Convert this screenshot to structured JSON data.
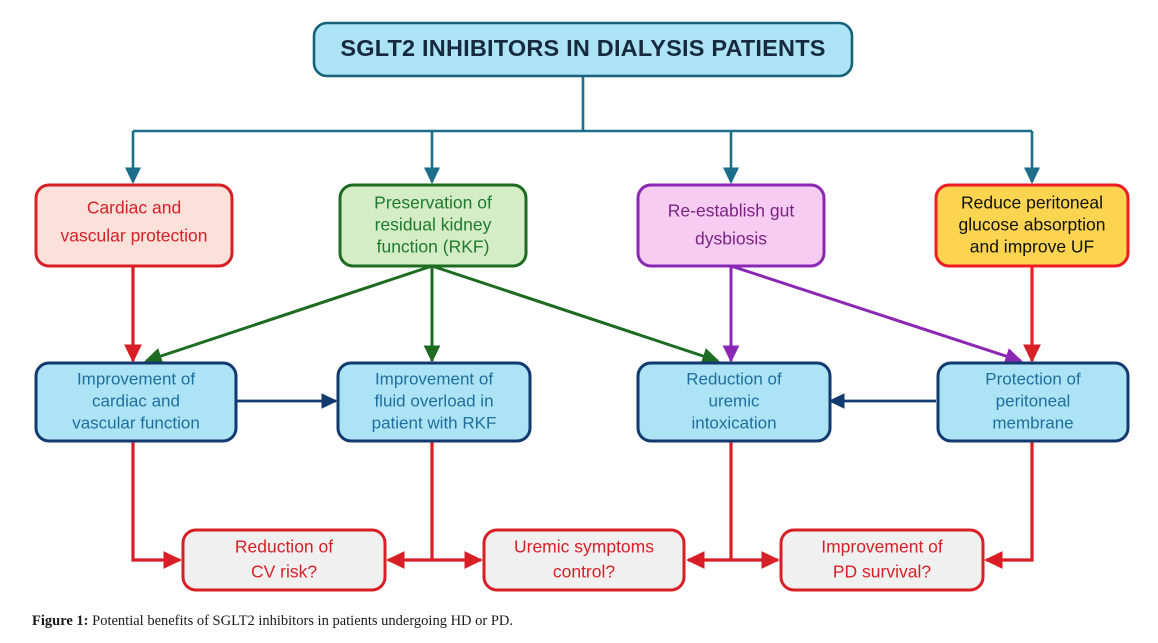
{
  "figure": {
    "caption_label": "Figure 1:",
    "caption_text": " Potential benefits of SGLT2 inhibitors in patients undergoing HD or PD.",
    "background": "#ffffff"
  },
  "title_node": {
    "label": "SGLT2 INHIBITORS IN DIALYSIS PATIENTS",
    "fill": "#ace3f5",
    "stroke": "#16627a",
    "text_color": "#16293f"
  },
  "palette": {
    "teal_connector": "#1b6e8c",
    "red": "#d81f26",
    "green": "#1e6b22",
    "purple": "#8b27b5",
    "navy": "#123a70",
    "blue_fill": "#ace3f5",
    "blue_text": "#1f6f9e",
    "grey_fill": "#f0f0f0"
  },
  "row_benefits": [
    {
      "id": "cardiac-vascular-protection",
      "lines": [
        "Cardiac and",
        "vascular protection"
      ],
      "fill": "#fce0da",
      "stroke": "#d81f26",
      "text_color": "#d81f26"
    },
    {
      "id": "preservation-rkf",
      "lines": [
        "Preservation of",
        "residual kidney",
        "function (RKF)"
      ],
      "fill": "#d4edc6",
      "stroke": "#1e6b22",
      "text_color": "#1e7a2e"
    },
    {
      "id": "gut-dysbiosis",
      "lines": [
        "Re-establish gut",
        "dysbiosis"
      ],
      "fill": "#f6ccf2",
      "stroke": "#8b27b5",
      "text_color": "#7b2382"
    },
    {
      "id": "reduce-peritoneal-glucose",
      "lines": [
        "Reduce peritoneal",
        "glucose absorption",
        "and improve UF"
      ],
      "fill": "#fcd44f",
      "stroke": "#ee1c25",
      "text_color": "#111111"
    }
  ],
  "row_mechanisms": [
    {
      "id": "improve-cardiac-vascular-function",
      "lines": [
        "Improvement of",
        "cardiac and",
        "vascular function"
      ],
      "fill": "#ace3f5",
      "stroke": "#123a70",
      "text_color": "#1f6f9e"
    },
    {
      "id": "improve-fluid-overload",
      "lines": [
        "Improvement of",
        "fluid overload in",
        "patient with RKF"
      ],
      "fill": "#ace3f5",
      "stroke": "#123a70",
      "text_color": "#1f6f9e"
    },
    {
      "id": "reduce-uremic-intoxication",
      "lines": [
        "Reduction of",
        "uremic",
        "intoxication"
      ],
      "fill": "#ace3f5",
      "stroke": "#123a70",
      "text_color": "#1f6f9e"
    },
    {
      "id": "protect-peritoneal-membrane",
      "lines": [
        "Protection of",
        "peritoneal",
        "membrane"
      ],
      "fill": "#ace3f5",
      "stroke": "#123a70",
      "text_color": "#1f6f9e"
    }
  ],
  "row_outcomes": [
    {
      "id": "reduction-cv-risk",
      "lines": [
        "Reduction of",
        "CV risk?"
      ],
      "fill": "#f0f0f0",
      "stroke": "#d81f26",
      "text_color": "#d81f26"
    },
    {
      "id": "uremic-symptoms-control",
      "lines": [
        "Uremic symptoms",
        "control?"
      ],
      "fill": "#f0f0f0",
      "stroke": "#d81f26",
      "text_color": "#d81f26"
    },
    {
      "id": "improvement-pd-survival",
      "lines": [
        "Improvement of",
        "PD survival?"
      ],
      "fill": "#f0f0f0",
      "stroke": "#d81f26",
      "text_color": "#d81f26"
    }
  ],
  "chart_data": {
    "type": "diagram",
    "title": "SGLT2 INHIBITORS IN DIALYSIS PATIENTS",
    "levels": [
      {
        "name": "root",
        "nodes": [
          "SGLT2 INHIBITORS IN DIALYSIS PATIENTS"
        ]
      },
      {
        "name": "benefits",
        "nodes": [
          "Cardiac and vascular protection",
          "Preservation of residual kidney function (RKF)",
          "Re-establish gut dysbiosis",
          "Reduce peritoneal glucose absorption and improve UF"
        ]
      },
      {
        "name": "mechanisms",
        "nodes": [
          "Improvement of cardiac and vascular function",
          "Improvement of fluid overload in patient with RKF",
          "Reduction of uremic intoxication",
          "Protection of peritoneal membrane"
        ]
      },
      {
        "name": "outcomes",
        "nodes": [
          "Reduction of CV risk?",
          "Uremic symptoms control?",
          "Improvement of PD survival?"
        ]
      }
    ],
    "edges": [
      {
        "from": "SGLT2 INHIBITORS IN DIALYSIS PATIENTS",
        "to": "Cardiac and vascular protection",
        "color": "#1b6e8c"
      },
      {
        "from": "SGLT2 INHIBITORS IN DIALYSIS PATIENTS",
        "to": "Preservation of residual kidney function (RKF)",
        "color": "#1b6e8c"
      },
      {
        "from": "SGLT2 INHIBITORS IN DIALYSIS PATIENTS",
        "to": "Re-establish gut dysbiosis",
        "color": "#1b6e8c"
      },
      {
        "from": "SGLT2 INHIBITORS IN DIALYSIS PATIENTS",
        "to": "Reduce peritoneal glucose absorption and improve UF",
        "color": "#1b6e8c"
      },
      {
        "from": "Cardiac and vascular protection",
        "to": "Improvement of cardiac and vascular function",
        "color": "#d81f26"
      },
      {
        "from": "Preservation of residual kidney function (RKF)",
        "to": "Improvement of cardiac and vascular function",
        "color": "#1e6b22"
      },
      {
        "from": "Preservation of residual kidney function (RKF)",
        "to": "Improvement of fluid overload in patient with RKF",
        "color": "#1e6b22"
      },
      {
        "from": "Preservation of residual kidney function (RKF)",
        "to": "Reduction of uremic intoxication",
        "color": "#1e6b22"
      },
      {
        "from": "Re-establish gut dysbiosis",
        "to": "Reduction of uremic intoxication",
        "color": "#8b27b5"
      },
      {
        "from": "Re-establish gut dysbiosis",
        "to": "Protection of peritoneal membrane",
        "color": "#8b27b5"
      },
      {
        "from": "Reduce peritoneal glucose absorption and improve UF",
        "to": "Protection of peritoneal membrane",
        "color": "#d81f26"
      },
      {
        "from": "Improvement of cardiac and vascular function",
        "to": "Improvement of fluid overload in patient with RKF",
        "color": "#123a70"
      },
      {
        "from": "Protection of peritoneal membrane",
        "to": "Reduction of uremic intoxication",
        "color": "#123a70"
      },
      {
        "from": "Improvement of cardiac and vascular function",
        "to": "Reduction of CV risk?",
        "color": "#d81f26"
      },
      {
        "from": "Improvement of fluid overload in patient with RKF",
        "to": "Reduction of CV risk?",
        "color": "#d81f26"
      },
      {
        "from": "Improvement of fluid overload in patient with RKF",
        "to": "Uremic symptoms control?",
        "color": "#d81f26"
      },
      {
        "from": "Reduction of uremic intoxication",
        "to": "Uremic symptoms control?",
        "color": "#d81f26"
      },
      {
        "from": "Reduction of uremic intoxication",
        "to": "Improvement of PD survival?",
        "color": "#d81f26"
      },
      {
        "from": "Protection of peritoneal membrane",
        "to": "Improvement of PD survival?",
        "color": "#d81f26"
      }
    ]
  }
}
